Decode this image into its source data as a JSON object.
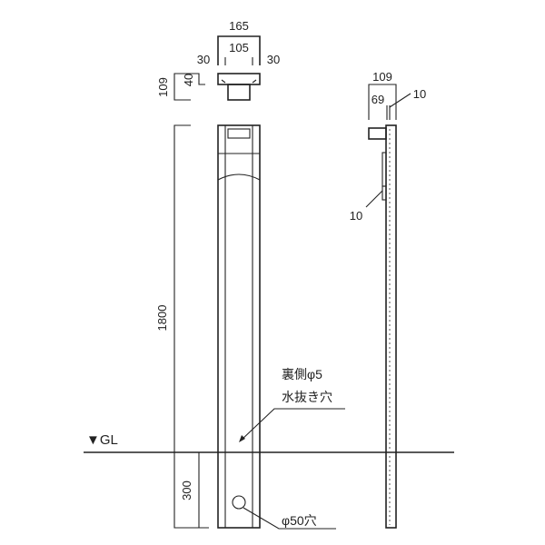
{
  "front_view": {
    "dim_total_width": "165",
    "dim_inner_width": "105",
    "dim_left_margin": "30",
    "dim_right_margin": "30",
    "dim_cap_height": "109",
    "dim_cap_inner": "40",
    "dim_height": "1800",
    "dim_buried": "300"
  },
  "side_view": {
    "dim_depth": "109",
    "dim_inner_depth": "69",
    "dim_thickness_top": "10",
    "dim_thickness_side": "10"
  },
  "annotations": {
    "drain_hole_line1": "裏側φ5",
    "drain_hole_line2": "水抜き穴",
    "hole_50": "φ50穴",
    "ground_level": "▼GL"
  },
  "colors": {
    "line": "#222222",
    "background": "#ffffff"
  }
}
